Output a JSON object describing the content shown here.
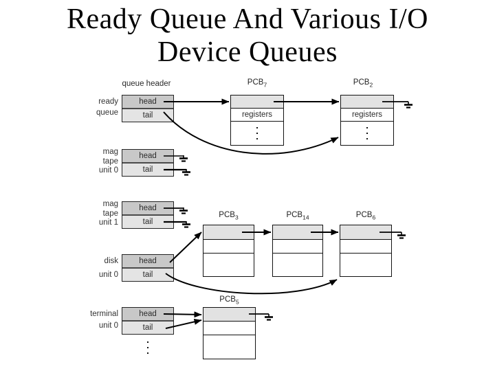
{
  "title": {
    "line1": "Ready Queue And Various I/O",
    "line2": "Device Queues"
  },
  "labels": {
    "queue_header": "queue header"
  },
  "queues": [
    {
      "name": "ready queue",
      "label": "ready\nqueue",
      "head": "head",
      "tail": "tail"
    },
    {
      "name": "mag tape unit 0",
      "label": "mag\ntape\nunit 0",
      "head": "head",
      "tail": "tail"
    },
    {
      "name": "mag tape unit 1",
      "label": "mag\ntape\nunit 1",
      "head": "head",
      "tail": "tail"
    },
    {
      "name": "disk unit 0",
      "label": "disk\nunit 0",
      "head": "head",
      "tail": "tail"
    },
    {
      "name": "terminal unit 0",
      "label": "terminal\nunit 0",
      "head": "head",
      "tail": "tail"
    }
  ],
  "pcbs": [
    {
      "label": "PCB",
      "sub": "7",
      "row2": "registers"
    },
    {
      "label": "PCB",
      "sub": "2",
      "row2": "registers"
    },
    {
      "label": "PCB",
      "sub": "3"
    },
    {
      "label": "PCB",
      "sub": "14"
    },
    {
      "label": "PCB",
      "sub": "6"
    },
    {
      "label": "PCB",
      "sub": "5"
    }
  ],
  "colors": {
    "head_fill": "#c8c8c8",
    "tail_fill": "#e4e4e4",
    "link_fill": "#e2e2e2",
    "line": "#000000",
    "text": "#1c1c1c"
  }
}
